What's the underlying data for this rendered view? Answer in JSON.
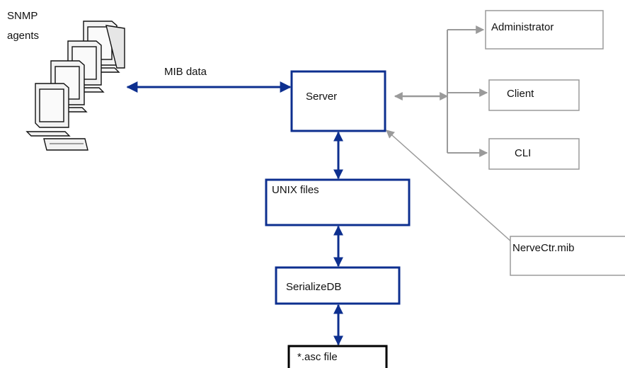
{
  "labels": {
    "snmp_line1": "SNMP",
    "snmp_line2": "agents",
    "mib_data": "MIB data",
    "server": "Server",
    "unix_files": "UNIX files",
    "serialize_db": "SerializeDB",
    "asc_file": "*.asc file",
    "administrator": "Administrator",
    "client": "Client",
    "cli": "CLI",
    "nervectr": "NerveCtr.mib"
  },
  "icons": {
    "agents": "computer-cluster-icon"
  },
  "colors": {
    "primary_blue": "#0d2f8f",
    "gray_arrow": "#9a9a9a",
    "box_gray": "#9a9a9a",
    "box_black": "#000000"
  }
}
